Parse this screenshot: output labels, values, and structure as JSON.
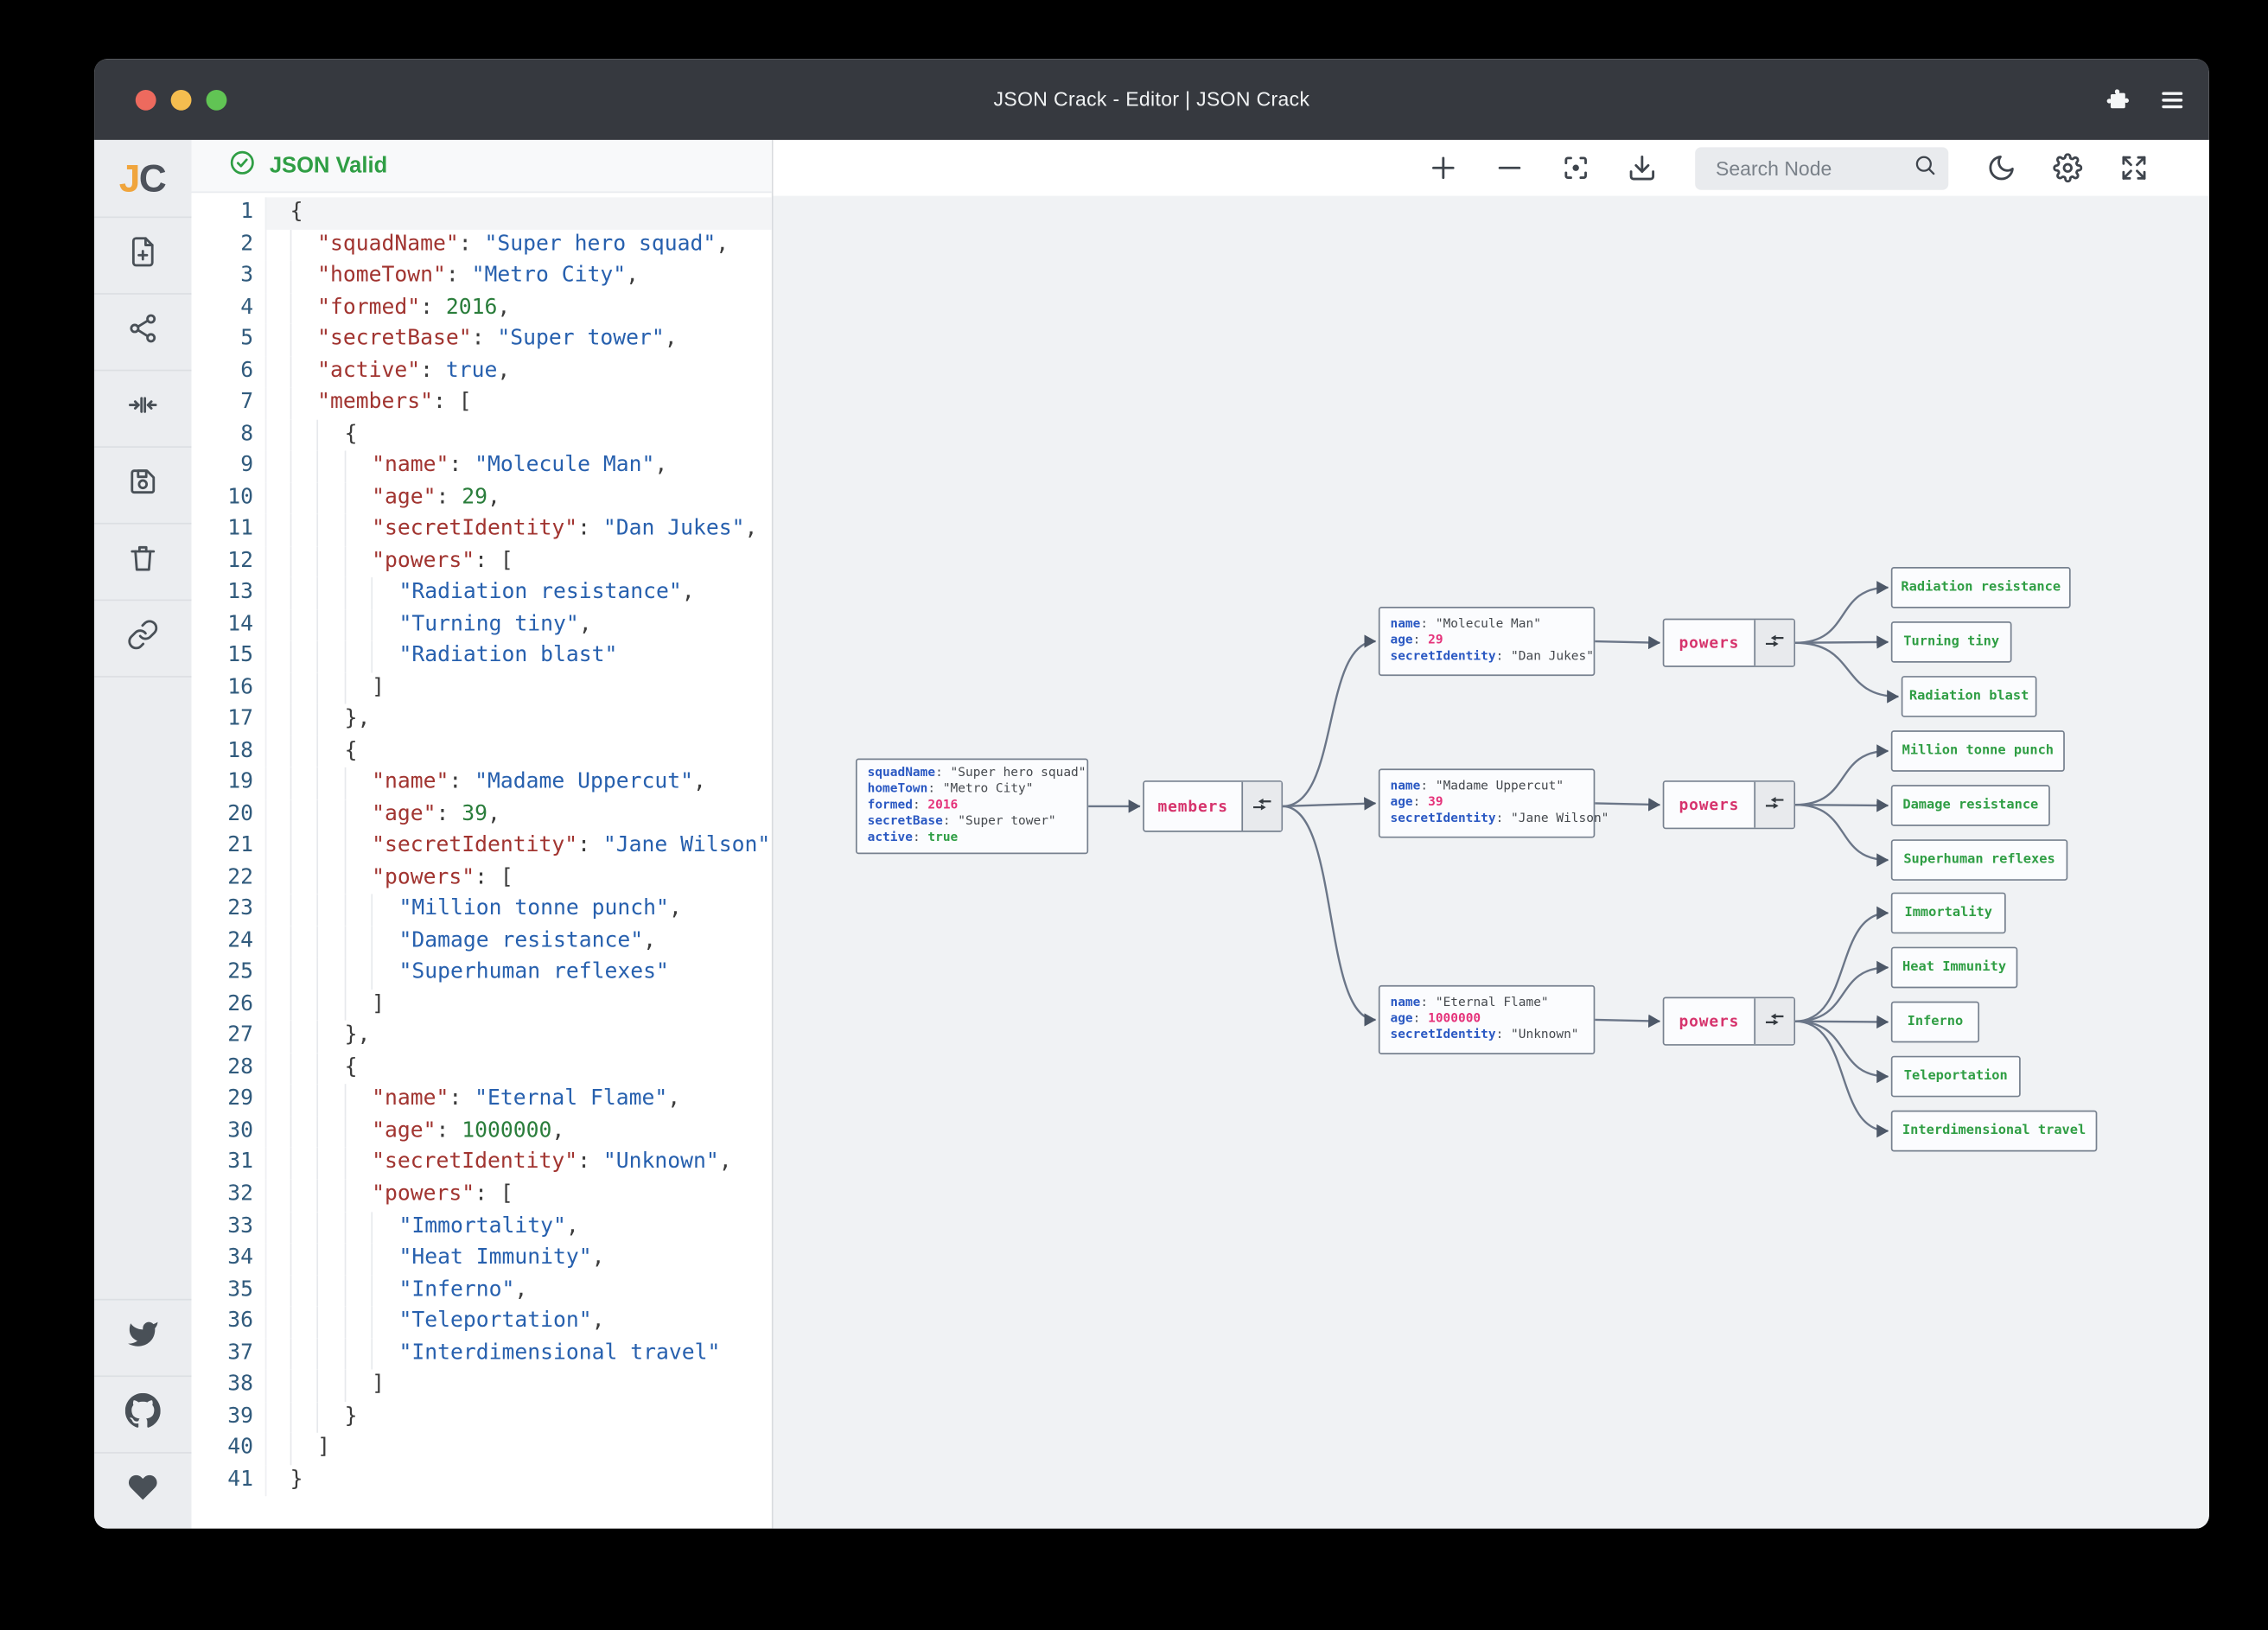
{
  "window": {
    "title": "JSON Crack - Editor | JSON Crack"
  },
  "validation": {
    "status_label": "JSON Valid"
  },
  "logo": {
    "j": "J",
    "c": "C"
  },
  "sidebar": {
    "icons": [
      "new-file-icon",
      "share-graph-icon",
      "compress-icon",
      "save-icon",
      "trash-icon",
      "link-icon"
    ],
    "footer_icons": [
      "twitter-icon",
      "github-icon",
      "heart-icon"
    ]
  },
  "toolbar": {
    "icons": [
      "zoom-in-icon",
      "zoom-out-icon",
      "center-focus-icon",
      "download-icon",
      "dark-mode-moon-icon",
      "settings-gear-icon",
      "fullscreen-icon"
    ],
    "search_placeholder": "Search Node"
  },
  "colors": {
    "valid_green": "#2f9e44",
    "node_key_blue": "#2b59c3",
    "node_number_pink": "#e5327a",
    "node_label_pink": "#d6336c",
    "leaf_green": "#2f9e44",
    "titlebar": "#36393f",
    "canvas_bg": "#f0f2f4"
  },
  "editor": {
    "lines": [
      "{",
      "  \"squadName\": \"Super hero squad\",",
      "  \"homeTown\": \"Metro City\",",
      "  \"formed\": 2016,",
      "  \"secretBase\": \"Super tower\",",
      "  \"active\": true,",
      "  \"members\": [",
      "    {",
      "      \"name\": \"Molecule Man\",",
      "      \"age\": 29,",
      "      \"secretIdentity\": \"Dan Jukes\",",
      "      \"powers\": [",
      "        \"Radiation resistance\",",
      "        \"Turning tiny\",",
      "        \"Radiation blast\"",
      "      ]",
      "    },",
      "    {",
      "      \"name\": \"Madame Uppercut\",",
      "      \"age\": 39,",
      "      \"secretIdentity\": \"Jane Wilson\",",
      "      \"powers\": [",
      "        \"Million tonne punch\",",
      "        \"Damage resistance\",",
      "        \"Superhuman reflexes\"",
      "      ]",
      "    },",
      "    {",
      "      \"name\": \"Eternal Flame\",",
      "      \"age\": 1000000,",
      "      \"secretIdentity\": \"Unknown\",",
      "      \"powers\": [",
      "        \"Immortality\",",
      "        \"Heat Immunity\",",
      "        \"Inferno\",",
      "        \"Teleportation\",",
      "        \"Interdimensional travel\"",
      "      ]",
      "    }",
      "  ]",
      "}"
    ]
  },
  "graph": {
    "nodes": [
      {
        "id": "root",
        "kind": "object",
        "entries": [
          {
            "key": "squadName",
            "value": "\"Super hero squad\"",
            "type": "string"
          },
          {
            "key": "homeTown",
            "value": "\"Metro City\"",
            "type": "string"
          },
          {
            "key": "formed",
            "value": "2016",
            "type": "number"
          },
          {
            "key": "secretBase",
            "value": "\"Super tower\"",
            "type": "string"
          },
          {
            "key": "active",
            "value": "true",
            "type": "boolean"
          }
        ]
      },
      {
        "id": "members",
        "kind": "collapser",
        "label": "members"
      },
      {
        "id": "m1",
        "kind": "object",
        "entries": [
          {
            "key": "name",
            "value": "\"Molecule Man\"",
            "type": "string"
          },
          {
            "key": "age",
            "value": "29",
            "type": "number"
          },
          {
            "key": "secretIdentity",
            "value": "\"Dan Jukes\"",
            "type": "string"
          }
        ]
      },
      {
        "id": "p1",
        "kind": "collapser",
        "label": "powers"
      },
      {
        "id": "l11",
        "kind": "leaf",
        "label": "Radiation resistance"
      },
      {
        "id": "l12",
        "kind": "leaf",
        "label": "Turning tiny"
      },
      {
        "id": "l13",
        "kind": "leaf",
        "label": "Radiation blast"
      },
      {
        "id": "m2",
        "kind": "object",
        "entries": [
          {
            "key": "name",
            "value": "\"Madame Uppercut\"",
            "type": "string"
          },
          {
            "key": "age",
            "value": "39",
            "type": "number"
          },
          {
            "key": "secretIdentity",
            "value": "\"Jane Wilson\"",
            "type": "string"
          }
        ]
      },
      {
        "id": "p2",
        "kind": "collapser",
        "label": "powers"
      },
      {
        "id": "l21",
        "kind": "leaf",
        "label": "Million tonne punch"
      },
      {
        "id": "l22",
        "kind": "leaf",
        "label": "Damage resistance"
      },
      {
        "id": "l23",
        "kind": "leaf",
        "label": "Superhuman reflexes"
      },
      {
        "id": "m3",
        "kind": "object",
        "entries": [
          {
            "key": "name",
            "value": "\"Eternal Flame\"",
            "type": "string"
          },
          {
            "key": "age",
            "value": "1000000",
            "type": "number"
          },
          {
            "key": "secretIdentity",
            "value": "\"Unknown\"",
            "type": "string"
          }
        ]
      },
      {
        "id": "p3",
        "kind": "collapser",
        "label": "powers"
      },
      {
        "id": "l31",
        "kind": "leaf",
        "label": "Immortality"
      },
      {
        "id": "l32",
        "kind": "leaf",
        "label": "Heat Immunity"
      },
      {
        "id": "l33",
        "kind": "leaf",
        "label": "Inferno"
      },
      {
        "id": "l34",
        "kind": "leaf",
        "label": "Teleportation"
      },
      {
        "id": "l35",
        "kind": "leaf",
        "label": "Interdimensional travel"
      }
    ],
    "edges": [
      [
        "root",
        "members"
      ],
      [
        "members",
        "m1"
      ],
      [
        "members",
        "m2"
      ],
      [
        "members",
        "m3"
      ],
      [
        "m1",
        "p1"
      ],
      [
        "m2",
        "p2"
      ],
      [
        "m3",
        "p3"
      ],
      [
        "p1",
        "l11"
      ],
      [
        "p1",
        "l12"
      ],
      [
        "p1",
        "l13"
      ],
      [
        "p2",
        "l21"
      ],
      [
        "p2",
        "l22"
      ],
      [
        "p2",
        "l23"
      ],
      [
        "p3",
        "l31"
      ],
      [
        "p3",
        "l32"
      ],
      [
        "p3",
        "l33"
      ],
      [
        "p3",
        "l34"
      ],
      [
        "p3",
        "l35"
      ]
    ]
  }
}
